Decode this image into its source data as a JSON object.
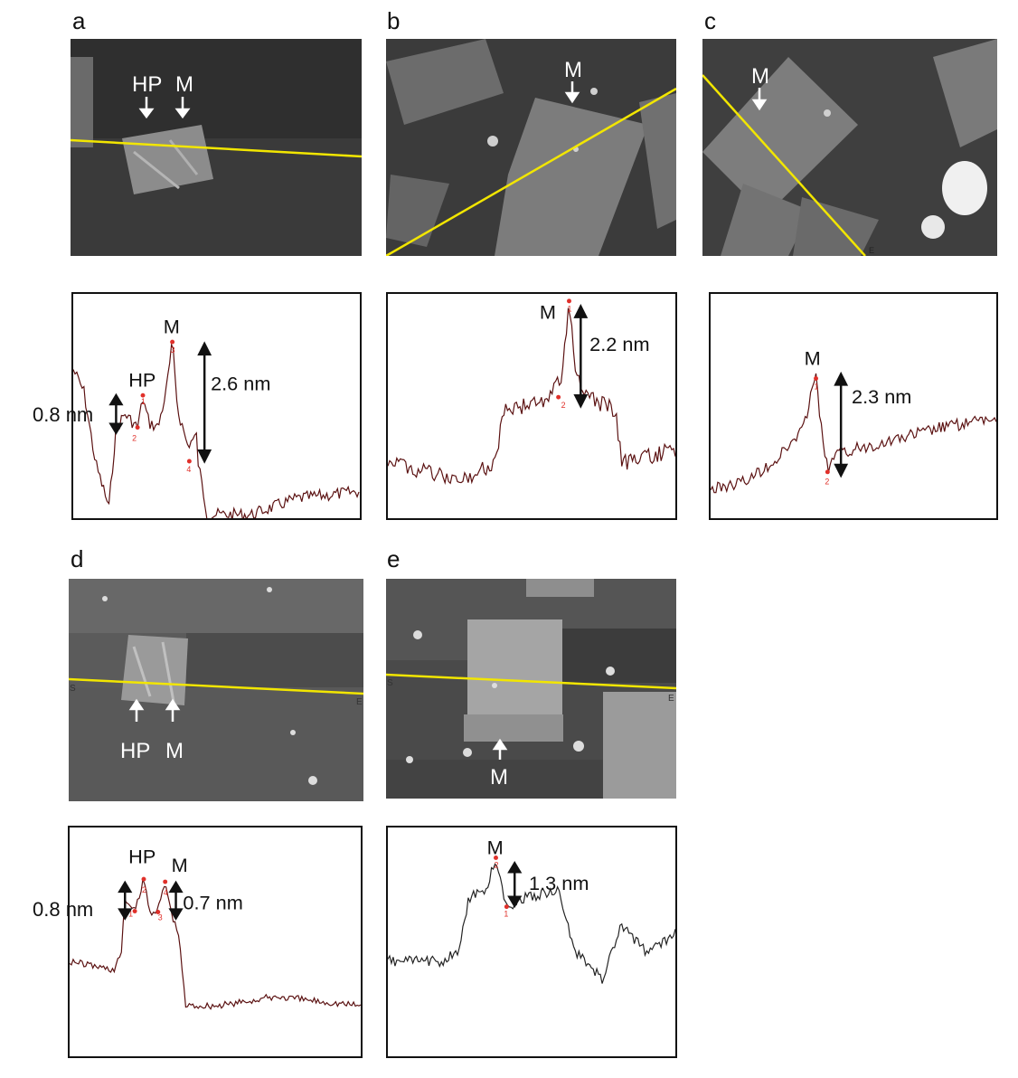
{
  "panels": [
    {
      "id": "a",
      "label": "a",
      "image_labels": [
        "HP",
        "M"
      ],
      "line_start": "",
      "line_end": "",
      "profile_labels": [
        "M",
        "HP"
      ],
      "measurements": [
        "2.6 nm",
        "0.8 nm"
      ],
      "marker_numbers": [
        "1",
        "2",
        "3",
        "4"
      ]
    },
    {
      "id": "b",
      "label": "b",
      "image_labels": [
        "M"
      ],
      "profile_labels": [
        "M"
      ],
      "measurements": [
        "2.2 nm"
      ],
      "marker_numbers": [
        "1",
        "2"
      ]
    },
    {
      "id": "c",
      "label": "c",
      "image_labels": [
        "M"
      ],
      "line_end": "E",
      "profile_labels": [
        "M"
      ],
      "measurements": [
        "2.3 nm"
      ],
      "marker_numbers": [
        "1",
        "2"
      ]
    },
    {
      "id": "d",
      "label": "d",
      "image_labels": [
        "HP",
        "M"
      ],
      "line_start": "S",
      "line_end": "E",
      "profile_labels": [
        "HP",
        "M"
      ],
      "measurements": [
        "0.8 nm",
        "0.7 nm"
      ],
      "marker_numbers": [
        "1",
        "2",
        "3",
        "4"
      ]
    },
    {
      "id": "e",
      "label": "e",
      "image_labels": [
        "M"
      ],
      "line_start": "S",
      "line_end": "E",
      "profile_labels": [
        "M"
      ],
      "measurements": [
        "1.3 nm"
      ],
      "marker_numbers": [
        "1",
        "2"
      ]
    }
  ],
  "colors": {
    "scan_line": "#f2e600",
    "profile_trace": "#5a1010",
    "marker": "#e0302a",
    "arrow": "#111111",
    "image_annotation": "#ffffff"
  }
}
